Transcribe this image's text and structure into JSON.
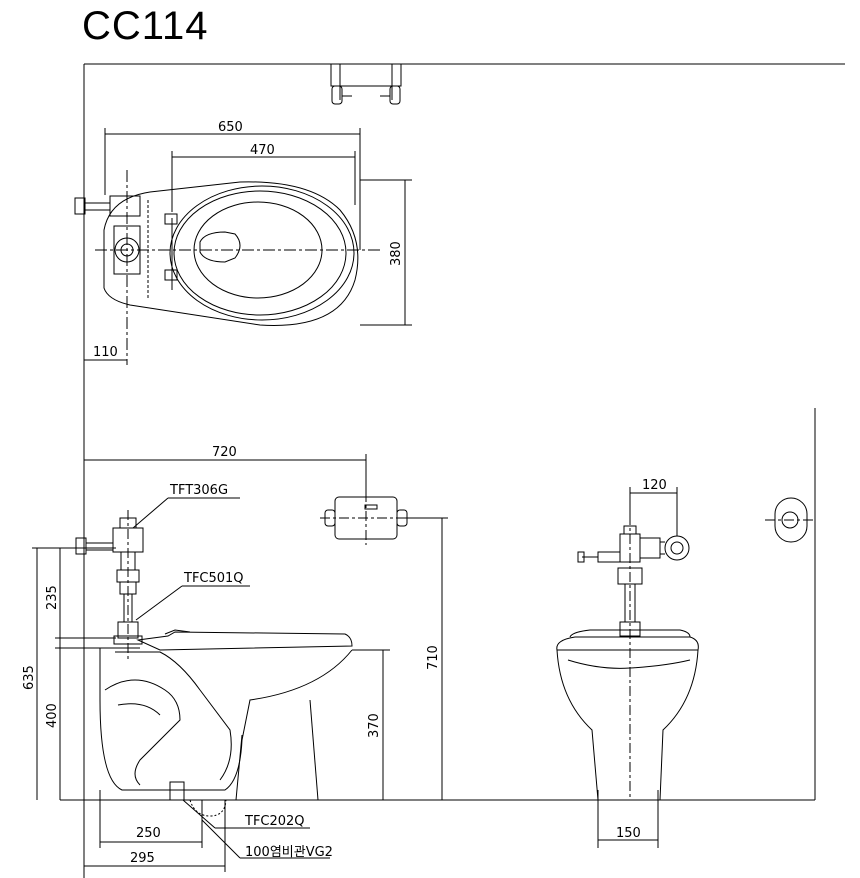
{
  "title": "CC114",
  "top_view": {
    "dims": {
      "d650": "650",
      "d470": "470",
      "d380": "380",
      "d110": "110"
    }
  },
  "front_view": {
    "dims": {
      "d720": "720",
      "d235": "235",
      "d635": "635",
      "d400": "400",
      "d370": "370",
      "d710": "710",
      "d250": "250",
      "d295": "295"
    },
    "labels": {
      "valve": "TFT306G",
      "pipe": "TFC501Q",
      "flange": "TFC202Q",
      "drain": "100염비관VG2"
    }
  },
  "side_view": {
    "dims": {
      "d120": "120",
      "d150": "150"
    }
  },
  "colors": {
    "line": "#000000",
    "background": "#ffffff"
  }
}
